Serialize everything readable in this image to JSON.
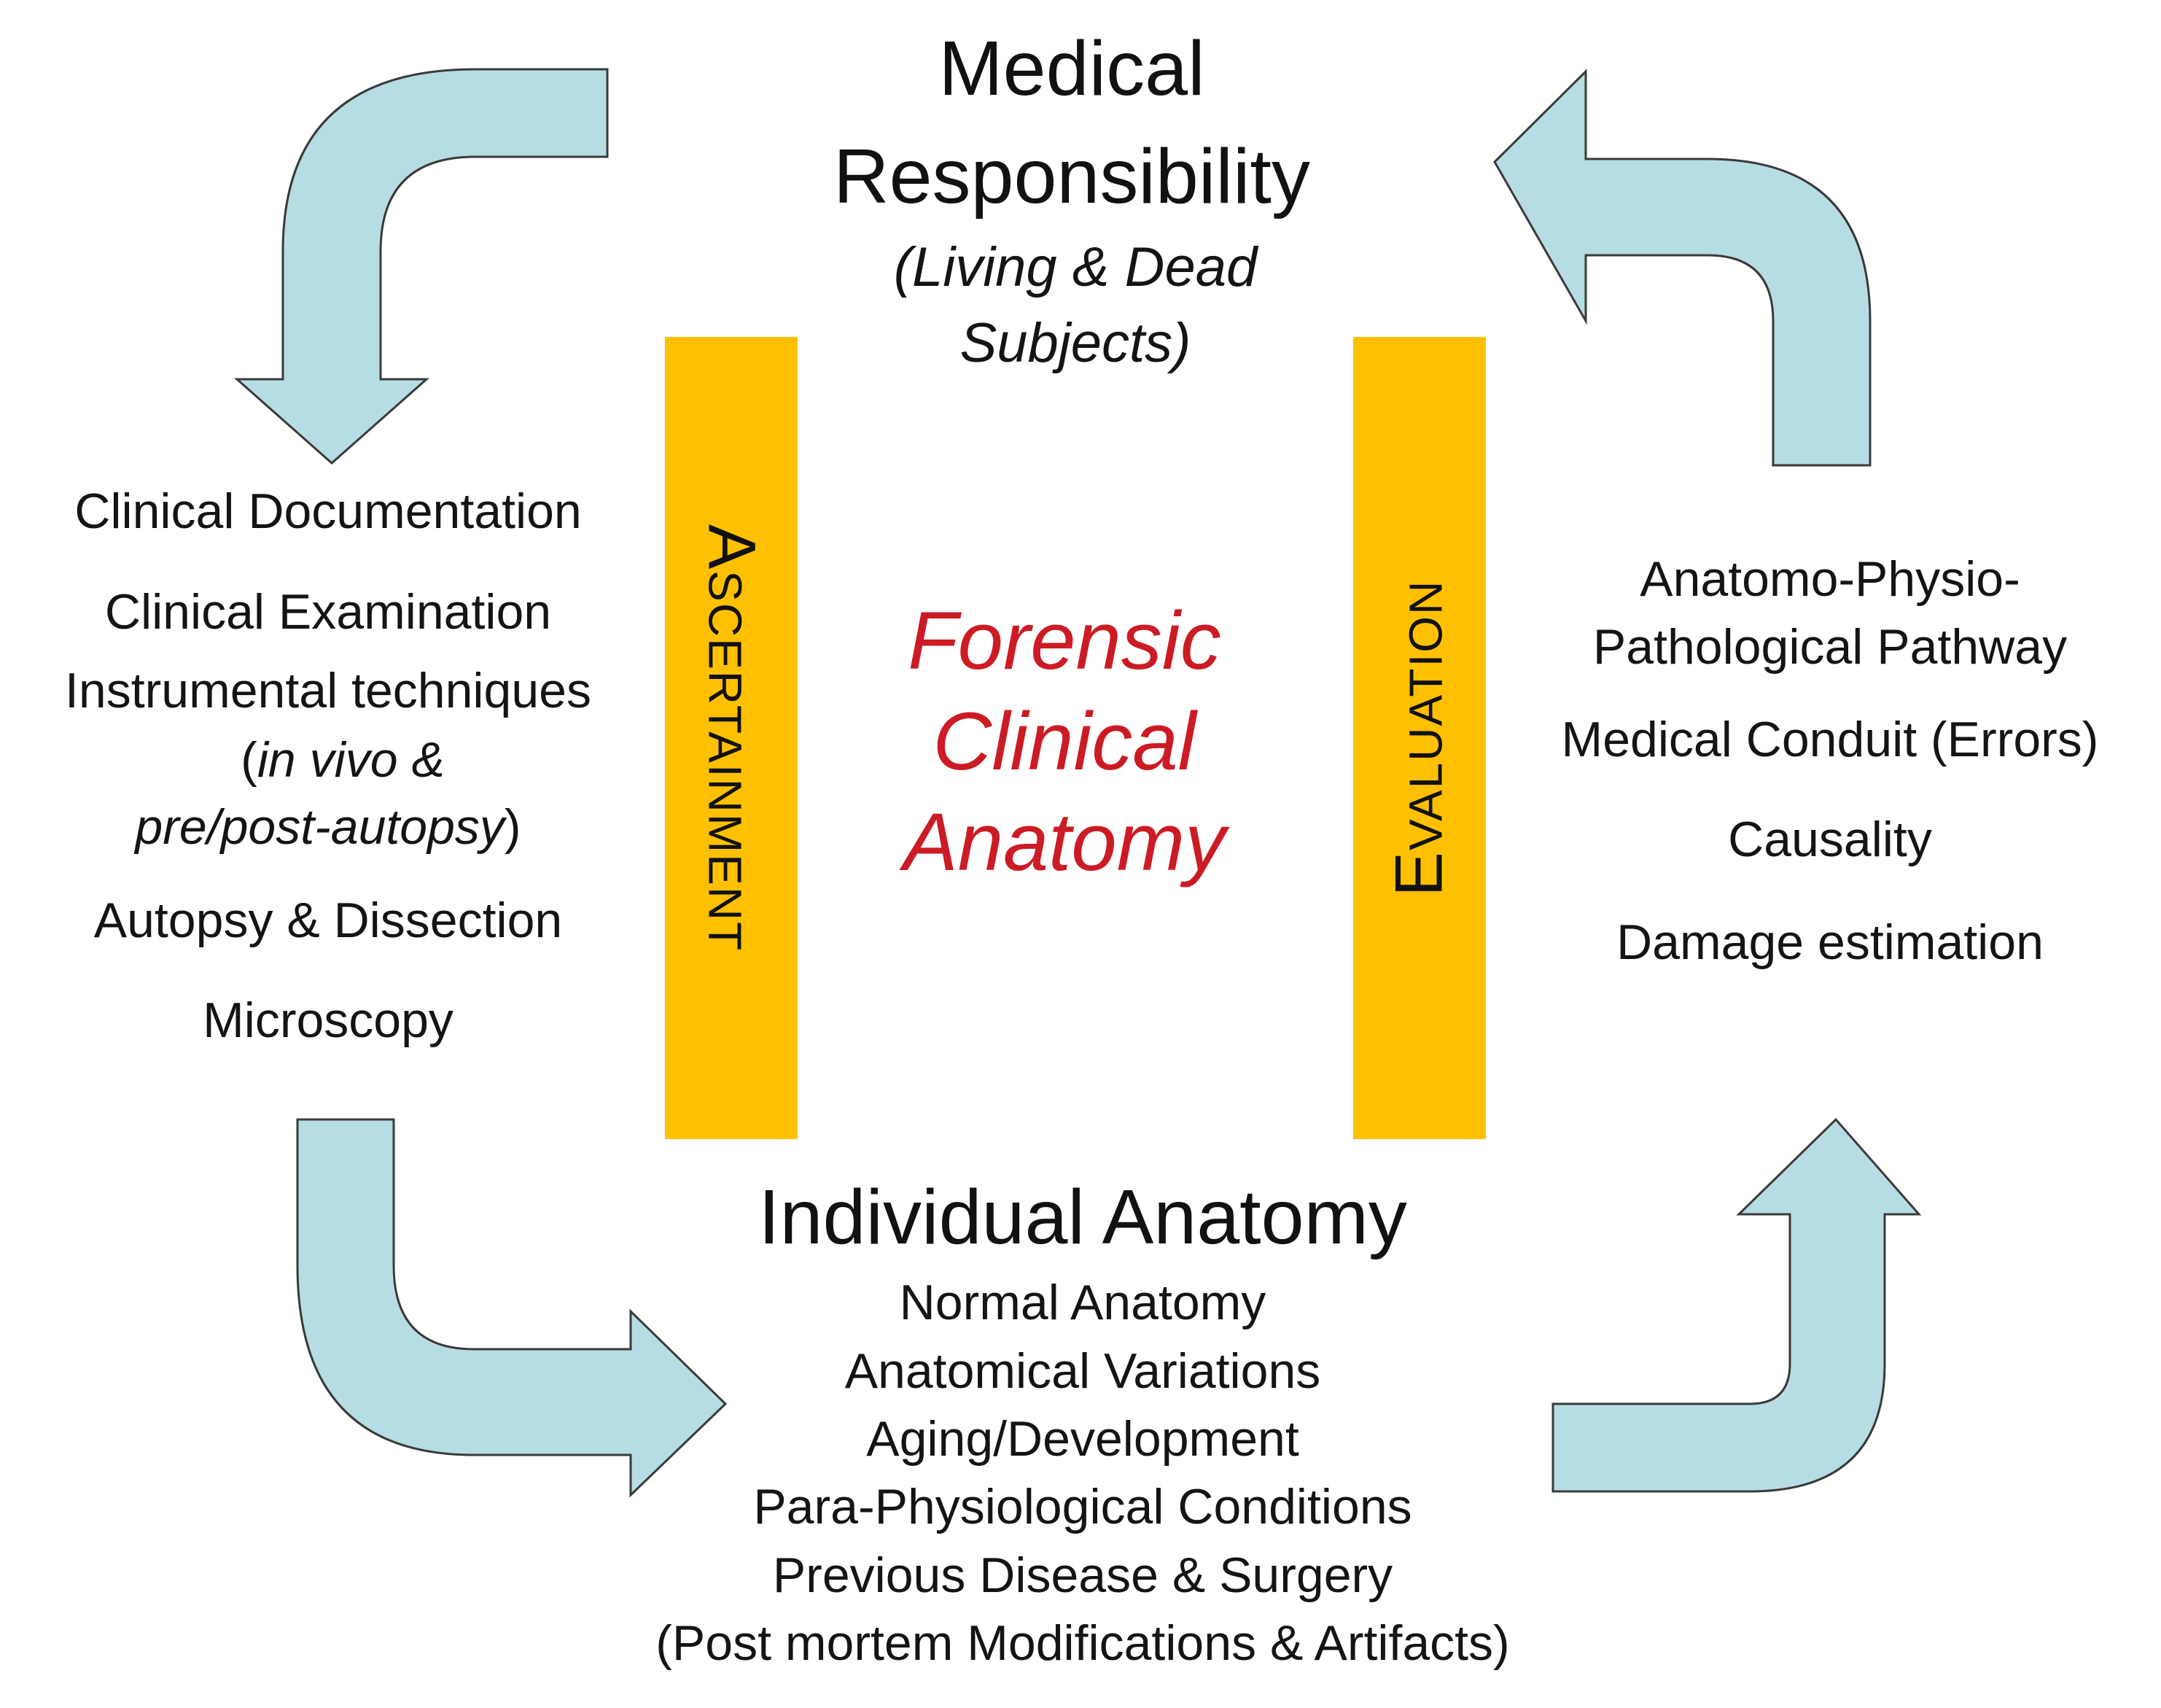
{
  "colors": {
    "arrow_fill": "#b7dde4",
    "arrow_stroke": "#3a3a3a",
    "bar_fill": "#fec000",
    "center_text": "#cc1b24"
  },
  "top": {
    "title_line1": "Medical",
    "title_line2": "Responsibility",
    "subtitle_line1": "(Living & Dead",
    "subtitle_line2": "Subjects)"
  },
  "center": {
    "line1": "Forensic",
    "line2": "Clinical",
    "line3": "Anatomy"
  },
  "bars": {
    "left": "Ascertainment",
    "right": "Evaluation"
  },
  "left_list": {
    "item1": "Clinical Documentation",
    "item2": "Clinical Examination",
    "item3": "Instrumental techniques",
    "item4_open": "(",
    "item4_italic": "in vivo &",
    "item5_italic": "pre/post-autopsy",
    "item5_close": ")",
    "item6": "Autopsy & Dissection",
    "item7": "Microscopy"
  },
  "right_list": {
    "item1": "Anatomo-Physio-",
    "item2": "Pathological Pathway",
    "item3": "Medical Conduit (Errors)",
    "item4": "Causality",
    "item5": "Damage estimation"
  },
  "bottom": {
    "title": "Individual Anatomy",
    "item1": "Normal Anatomy",
    "item2": "Anatomical Variations",
    "item3": "Aging/Development",
    "item4": "Para-Physiological Conditions",
    "item5": "Previous Disease & Surgery",
    "item6": "(Post mortem Modifications & Artifacts)"
  }
}
